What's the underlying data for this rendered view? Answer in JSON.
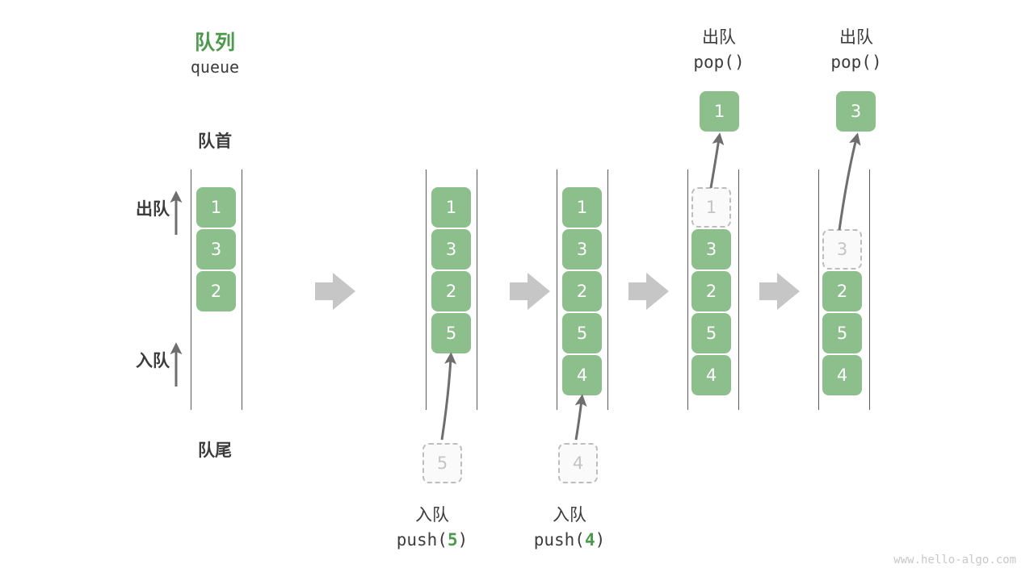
{
  "diagram": {
    "title_cn": "队列",
    "title_en": "queue",
    "front_label": "队首",
    "rear_label": "队尾",
    "dequeue_label": "出队",
    "enqueue_label": "入队",
    "watermark": "www.hello-algo.com",
    "accent_green": "#4c9a4c",
    "cell_green": "#8cbf8c",
    "ghost_gray": "#bdbdbd",
    "arrow_gray": "#c6c6c6"
  },
  "stages": [
    {
      "name": "initial-queue",
      "cells": [
        "1",
        "3",
        "2"
      ],
      "ghost": null,
      "popped": null,
      "op_cn": null,
      "op_code": null
    },
    {
      "name": "push-5",
      "cells": [
        "1",
        "3",
        "2",
        "5"
      ],
      "ghost": "5",
      "popped": null,
      "op_cn": "入队",
      "op_code_prefix": "push(",
      "op_code_num": "5",
      "op_code_suffix": ")"
    },
    {
      "name": "push-4",
      "cells": [
        "1",
        "3",
        "2",
        "5",
        "4"
      ],
      "ghost": "4",
      "popped": null,
      "op_cn": "入队",
      "op_code_prefix": "push(",
      "op_code_num": "4",
      "op_code_suffix": ")"
    },
    {
      "name": "pop-1",
      "cells": [
        "1",
        "3",
        "2",
        "5",
        "4"
      ],
      "removed_index": 0,
      "popped": "1",
      "op_cn": "出队",
      "op_code_prefix": "pop(",
      "op_code_num": "",
      "op_code_suffix": ")"
    },
    {
      "name": "pop-3",
      "cells": [
        "3",
        "2",
        "5",
        "4"
      ],
      "removed_index": 0,
      "popped": "3",
      "op_cn": "出队",
      "op_code_prefix": "pop(",
      "op_code_num": "",
      "op_code_suffix": ")"
    }
  ],
  "labels": {
    "stage1_col1_c0": "1",
    "stage1_col1_c1": "3",
    "stage1_col1_c2": "2",
    "stage2_c0": "1",
    "stage2_c1": "3",
    "stage2_c2": "2",
    "stage2_c3": "5",
    "stage2_ghost": "5",
    "stage3_c0": "1",
    "stage3_c1": "3",
    "stage3_c2": "2",
    "stage3_c3": "5",
    "stage3_c4": "4",
    "stage3_ghost": "4",
    "stage4_c0": "1",
    "stage4_c1": "3",
    "stage4_c2": "2",
    "stage4_c3": "5",
    "stage4_c4": "4",
    "stage4_popped": "1",
    "stage5_c1": "3",
    "stage5_c2": "2",
    "stage5_c3": "5",
    "stage5_c4": "4",
    "stage5_popped": "3"
  }
}
